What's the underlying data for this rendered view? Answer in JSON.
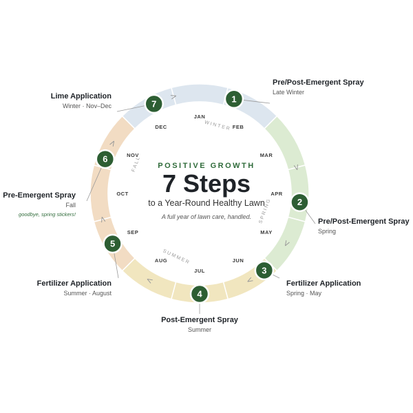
{
  "header": {
    "brand": "POSITIVE GROWTH",
    "title": "7 Steps",
    "subtitle": "to a Year-Round Healthy Lawn",
    "tagline": "A full year of lawn care, handled."
  },
  "months": [
    "JAN",
    "FEB",
    "MAR",
    "APR",
    "MAY",
    "JUN",
    "JUL",
    "AUG",
    "SEP",
    "OCT",
    "NOV",
    "DEC"
  ],
  "seasons": [
    {
      "label": "WINTER",
      "color": "#dde6ef"
    },
    {
      "label": "SPRING",
      "color": "#dcebd2"
    },
    {
      "label": "SUMMER",
      "color": "#f1e6bf"
    },
    {
      "label": "FALL",
      "color": "#f2dcc3"
    }
  ],
  "colors": {
    "step_badge": "#2d5e33",
    "chevron": "#999999",
    "month_text": "#3a3a3a",
    "season_text": "#9a9a9a"
  },
  "steps": [
    {
      "number": "1",
      "title": "Pre/Post-Emergent Spray",
      "subtitle": "Late Winter"
    },
    {
      "number": "2",
      "title": "Pre/Post-Emergent Spray",
      "subtitle": "Spring"
    },
    {
      "number": "3",
      "title": "Fertilizer Application",
      "subtitle": "Spring · May"
    },
    {
      "number": "4",
      "title": "Post-Emergent Spray",
      "subtitle": "Summer"
    },
    {
      "number": "5",
      "title": "Fertilizer Application",
      "subtitle": "Summer · August"
    },
    {
      "number": "6",
      "title": "Pre-Emergent Spray",
      "subtitle": "Fall",
      "note": "goodbye, spring stickers!"
    },
    {
      "number": "7",
      "title": "Lime Application",
      "subtitle": "Winter · Nov–Dec"
    }
  ]
}
